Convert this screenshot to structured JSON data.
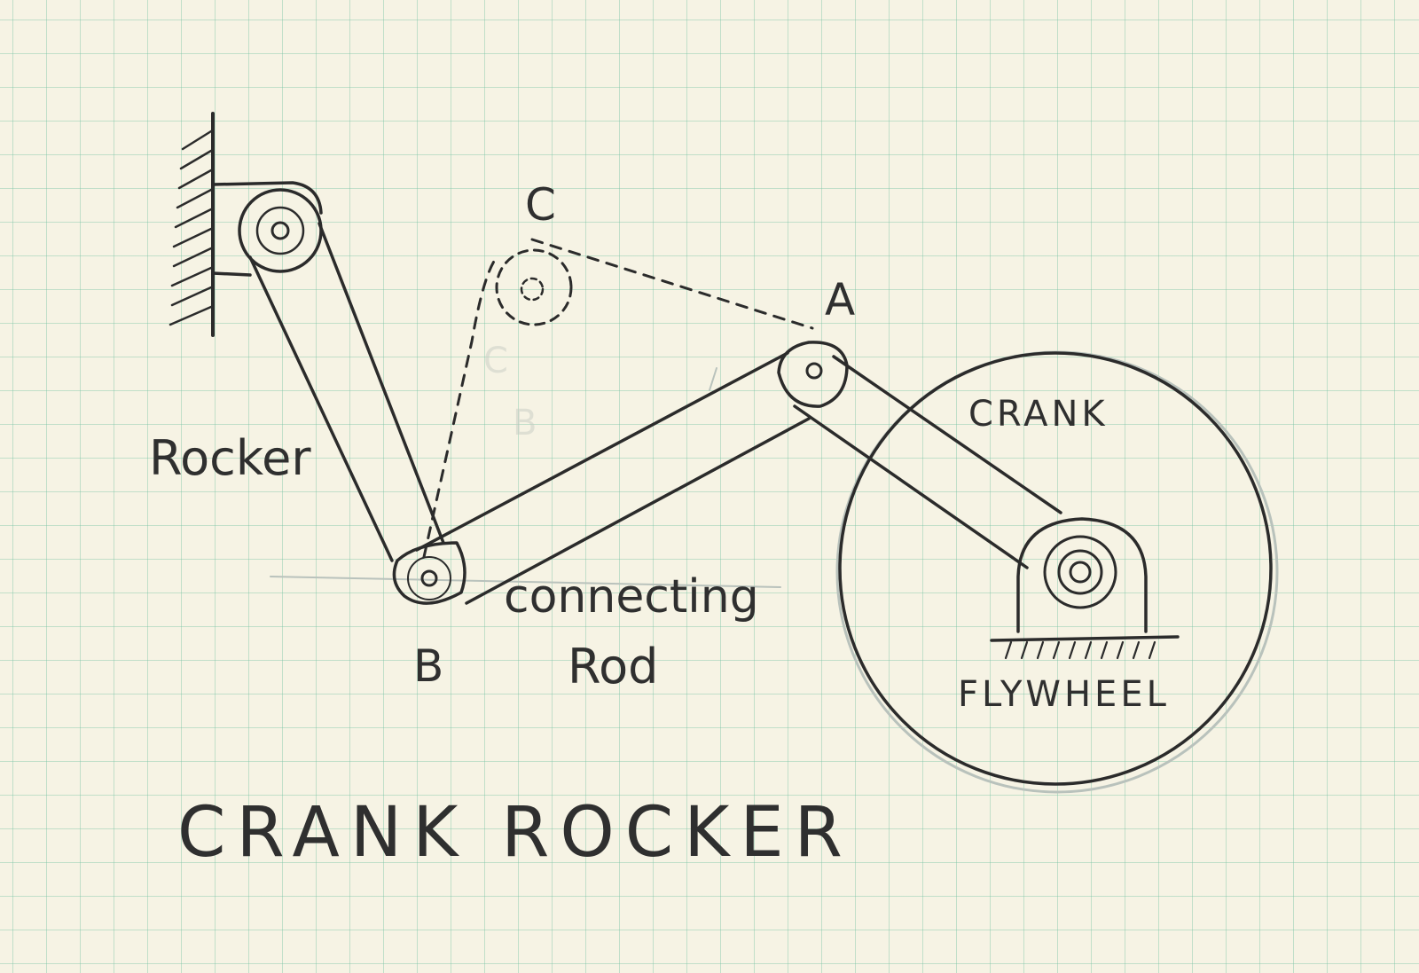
{
  "labels": {
    "point_c": "C",
    "point_a": "A",
    "point_b": "B",
    "rocker": "Rocker",
    "connecting": "connecting",
    "rod": "Rod",
    "crank": "CRANK",
    "flywheel": "FLYWHEEL",
    "title": "CRANK ROCKER"
  },
  "colors": {
    "paper": "#f6f3e4",
    "grid": "#78c3a5",
    "ink": "#2b2b2b",
    "pencil": "#b9c2bc"
  }
}
